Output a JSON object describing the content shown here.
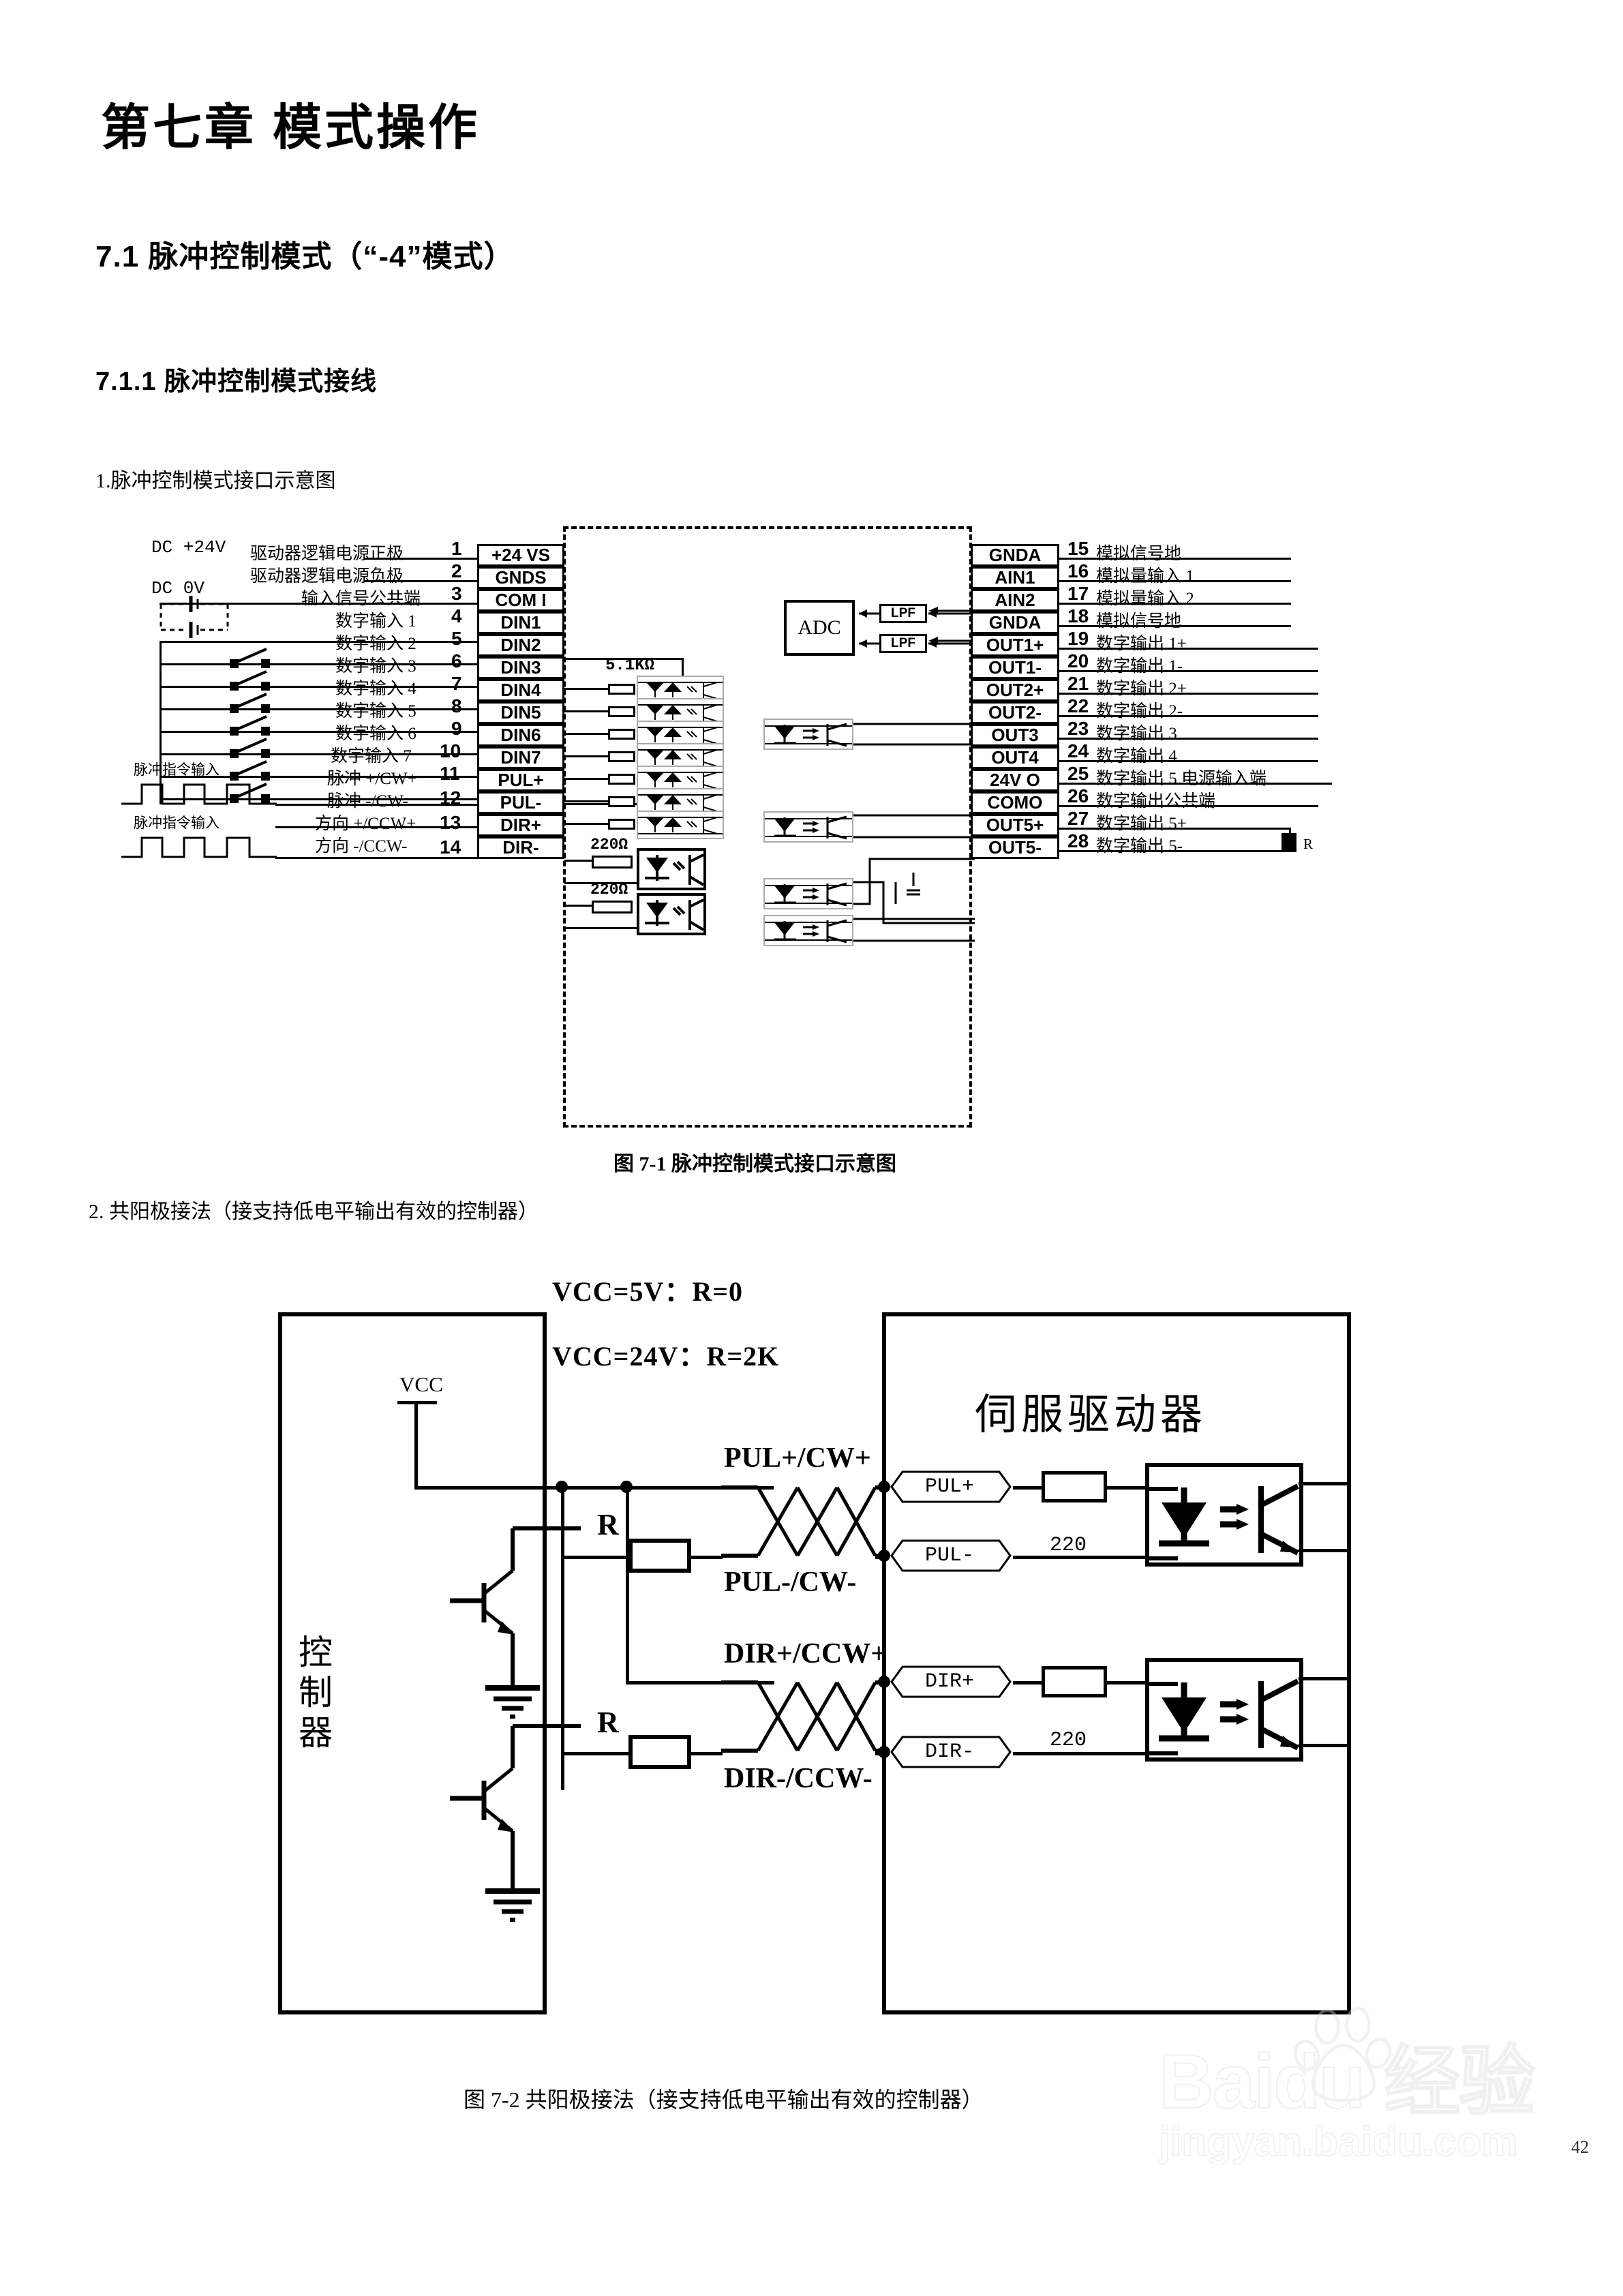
{
  "document": {
    "chapter_title": "第七章  模式操作",
    "section_71": "7.1 脉冲控制模式（“-4”模式）",
    "section_711": "7.1.1 脉冲控制模式接线",
    "item_1": "1.脉冲控制模式接口示意图",
    "item_2": "2. 共阳极接法（接支持低电平输出有效的控制器）",
    "figure_1_caption": "图 7-1  脉冲控制模式接口示意图",
    "figure_2_caption": "图 7-2 共阳极接法（接支持低电平输出有效的控制器）",
    "page_number": "42"
  },
  "watermark": {
    "main": "Baidu 经验",
    "sub": "jingyan.baidu.com"
  },
  "figure1": {
    "power_labels": {
      "dc_plus": "DC +24V",
      "dc_zero": "DC 0V"
    },
    "left_rows": [
      {
        "pin": "1",
        "cn": "驱动器逻辑电源正极",
        "terminal": "+24 VS"
      },
      {
        "pin": "2",
        "cn": "驱动器逻辑电源负极",
        "terminal": "GNDS"
      },
      {
        "pin": "3",
        "cn": "输入信号公共端",
        "terminal": "COM I"
      },
      {
        "pin": "4",
        "cn": "数字输入 1",
        "terminal": "DIN1"
      },
      {
        "pin": "5",
        "cn": "数字输入 2",
        "terminal": "DIN2"
      },
      {
        "pin": "6",
        "cn": "数字输入 3",
        "terminal": "DIN3"
      },
      {
        "pin": "7",
        "cn": "数字输入 4",
        "terminal": "DIN4"
      },
      {
        "pin": "8",
        "cn": "数字输入 5",
        "terminal": "DIN5"
      },
      {
        "pin": "9",
        "cn": "数字输入 6",
        "terminal": "DIN6"
      },
      {
        "pin": "10",
        "cn": "数字输入 7",
        "terminal": "DIN7"
      },
      {
        "pin": "11",
        "cn": "脉冲 +/CW+",
        "terminal": "PUL+"
      },
      {
        "pin": "12",
        "cn": "脉冲 -/CW-",
        "terminal": "PUL-"
      },
      {
        "pin": "13",
        "cn": "方向 +/CCW+",
        "terminal": "DIR+"
      },
      {
        "pin": "14",
        "cn": "方向 -/CCW-",
        "terminal": "DIR-"
      }
    ],
    "right_rows": [
      {
        "pin": "15",
        "terminal": "GNDA",
        "cn": "模拟信号地"
      },
      {
        "pin": "16",
        "terminal": "AIN1",
        "cn": "模拟量输入 1"
      },
      {
        "pin": "17",
        "terminal": "AIN2",
        "cn": "模拟量输入 2"
      },
      {
        "pin": "18",
        "terminal": "GNDA",
        "cn": "模拟信号地"
      },
      {
        "pin": "19",
        "terminal": "OUT1+",
        "cn": "数字输出 1+"
      },
      {
        "pin": "20",
        "terminal": "OUT1-",
        "cn": "数字输出 1-"
      },
      {
        "pin": "21",
        "terminal": "OUT2+",
        "cn": "数字输出 2+"
      },
      {
        "pin": "22",
        "terminal": "OUT2-",
        "cn": "数字输出 2-"
      },
      {
        "pin": "23",
        "terminal": "OUT3",
        "cn": "数字输出 3"
      },
      {
        "pin": "24",
        "terminal": "OUT4",
        "cn": "数字输出 4"
      },
      {
        "pin": "25",
        "terminal": "24V O",
        "cn": "数字输出 5 电源输入端"
      },
      {
        "pin": "26",
        "terminal": "COMO",
        "cn": "数字输出公共端"
      },
      {
        "pin": "27",
        "terminal": "OUT5+",
        "cn": "数字输出 5+"
      },
      {
        "pin": "28",
        "terminal": "OUT5-",
        "cn": "数字输出 5-"
      }
    ],
    "pulse_cmd_label_1": "脉冲指令输入",
    "pulse_cmd_label_2": "脉冲指令输入",
    "resistor_din": "5.1KΩ",
    "resistor_pul": "220Ω",
    "resistor_dir": "220Ω",
    "adc_label": "ADC",
    "lpf_label_1": "LPF",
    "lpf_label_2": "LPF",
    "load_resistor": "R"
  },
  "figure2": {
    "note_1": "VCC=5V：R=0",
    "note_2": "VCC=24V：R=2K",
    "vcc_label": "VCC",
    "controller_label": "控制器",
    "driver_label": "伺服驱动器",
    "signal_pul_plus": "PUL+/CW+",
    "signal_pul_minus": "PUL-/CW-",
    "signal_dir_plus": "DIR+/CCW+",
    "signal_dir_minus": "DIR-/CCW-",
    "r_label_top": "R",
    "r_label_bottom": "R",
    "terminal_pul_plus": "PUL+",
    "terminal_pul_minus": "PUL-",
    "terminal_dir_plus": "DIR+",
    "terminal_dir_minus": "DIR-",
    "res_value_pul": "220",
    "res_value_dir": "220"
  }
}
